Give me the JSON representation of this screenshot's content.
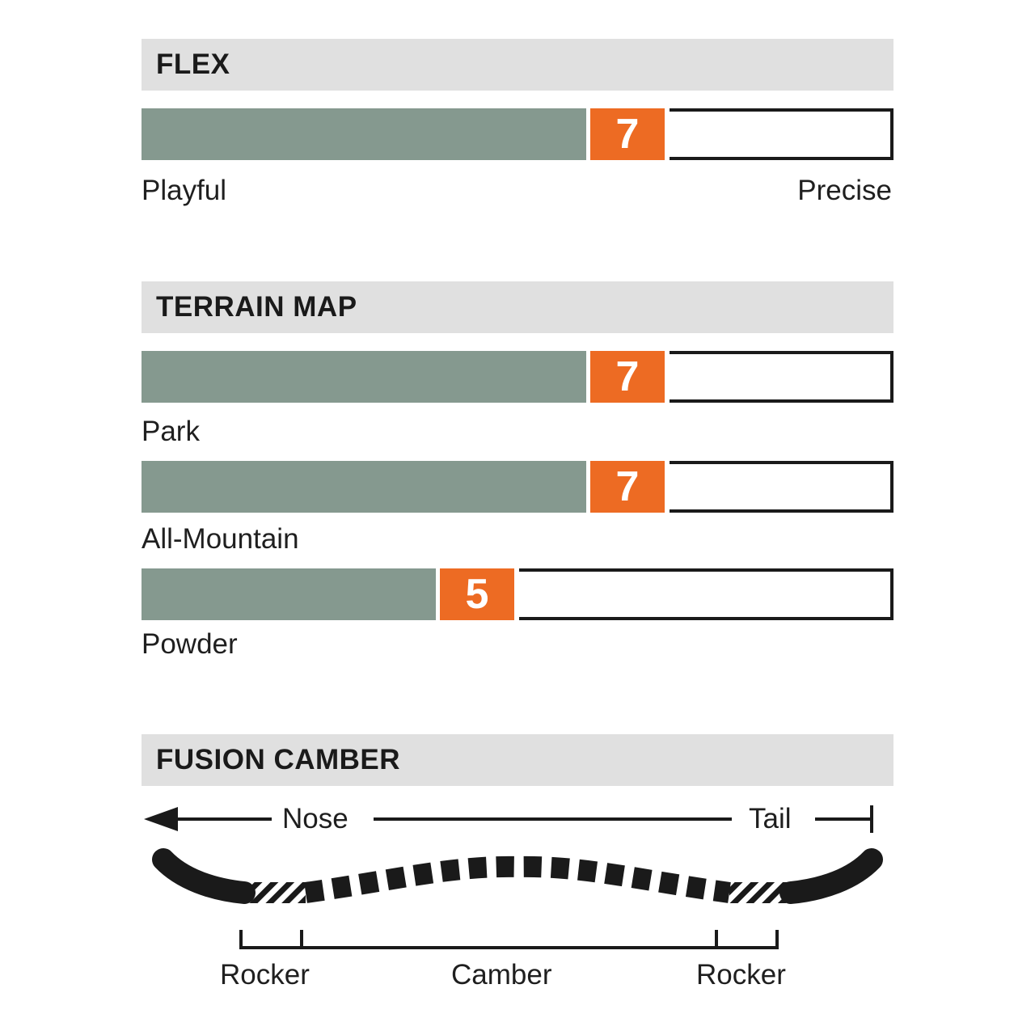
{
  "flex": {
    "title": "FLEX",
    "value": 7,
    "scale_max": 10,
    "value_label": "7",
    "left_label": "Playful",
    "right_label": "Precise"
  },
  "terrain": {
    "title": "TERRAIN MAP",
    "scale_max": 10,
    "items": [
      {
        "label": "Park",
        "value": 7,
        "value_label": "7"
      },
      {
        "label": "All-Mountain",
        "value": 7,
        "value_label": "7"
      },
      {
        "label": "Powder",
        "value": 5,
        "value_label": "5"
      }
    ]
  },
  "camber": {
    "title": "FUSION CAMBER",
    "nose_label": "Nose",
    "tail_label": "Tail",
    "zones": [
      "Rocker",
      "Camber",
      "Rocker"
    ]
  },
  "colors": {
    "fill": "#85998f",
    "badge": "#ed6b23",
    "header_bg": "#e0e0e0",
    "outline": "#1a1a1a"
  }
}
